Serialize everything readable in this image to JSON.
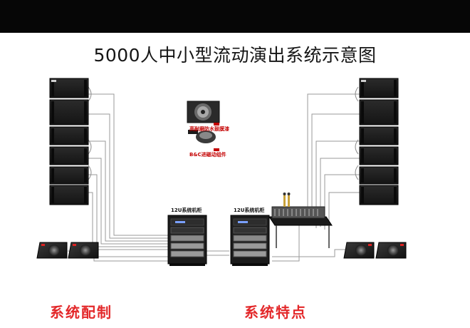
{
  "title": "5000人中小型流动演出系统示意图",
  "callouts": {
    "driver_top": "高耐磨防水鼓膜漆",
    "driver_bottom": "B&C进磁动组件"
  },
  "rack_labels": {
    "left": "12U系统机柜",
    "right": "12U系统机柜"
  },
  "footer": {
    "left": "系统配制",
    "right": "系统特点"
  },
  "colors": {
    "top_bar": "#060606",
    "footer_text": "#e3282a",
    "callout_text": "#c40000",
    "cable": "#9a9a9a",
    "speaker": "#1b1b1b"
  }
}
